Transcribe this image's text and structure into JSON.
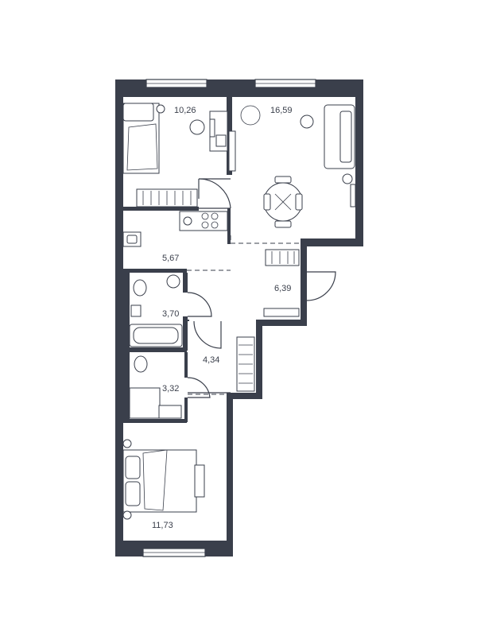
{
  "rooms": [
    {
      "id": "bedroom-1",
      "area": "10,26"
    },
    {
      "id": "living-room",
      "area": "16,59"
    },
    {
      "id": "kitchen",
      "area": "5,67"
    },
    {
      "id": "hall",
      "area": "6,39"
    },
    {
      "id": "bathroom-1",
      "area": "3,70"
    },
    {
      "id": "corridor",
      "area": "4,34"
    },
    {
      "id": "bathroom-2",
      "area": "3,32"
    },
    {
      "id": "bedroom-2",
      "area": "11,73"
    }
  ],
  "colors": {
    "wall": "#3a3f4b",
    "background": "#ffffff"
  }
}
